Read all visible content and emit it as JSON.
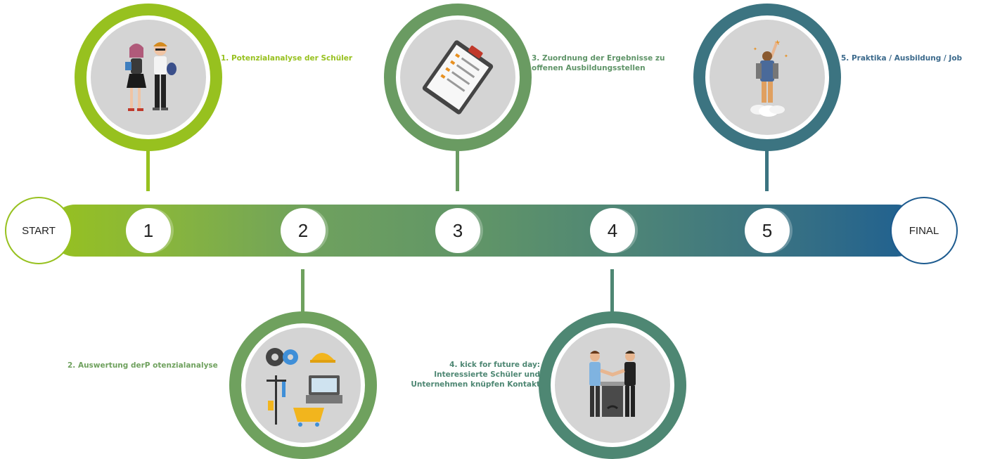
{
  "timeline": {
    "start_label": "START",
    "final_label": "FINAL",
    "steps": [
      {
        "number": "1",
        "label": "1. Potenzialanalyse der Schüler",
        "color": "#97c11f",
        "icon": "students-icon"
      },
      {
        "number": "2",
        "label": "2. Auswertung derP otenzialanalyse",
        "color": "#6fa15e",
        "icon": "evaluation-tools-icon"
      },
      {
        "number": "3",
        "label_line1": "3.  Zuordnung der Ergebnisse zu",
        "label_line2": "offenen Ausbildungsstellen",
        "color": "#5f9468",
        "icon": "clipboard-icon"
      },
      {
        "number": "4",
        "label_line1": "4. kick for future day:",
        "label_line2": "Interessierte Schüler und",
        "label_line3": "Unternehmen knüpfen Kontakt",
        "color": "#4e8773",
        "icon": "handshake-icon"
      },
      {
        "number": "5",
        "label": "5. Praktika / Ausbildung / Job",
        "color": "#3c7481",
        "icon": "jetpack-launch-icon"
      }
    ]
  }
}
